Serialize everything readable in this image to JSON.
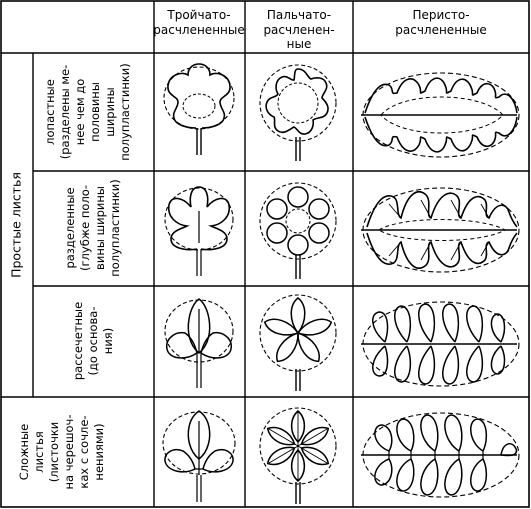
{
  "header": {
    "trifoliate": [
      "Тройчато-",
      "расчлененные"
    ],
    "palmate": [
      "Пальчато-",
      "расчленен-",
      "ные"
    ],
    "pinnate": [
      "Перисто-",
      "расчлененные"
    ]
  },
  "groups": {
    "simple": "Простые листья",
    "compound": [
      "Сложные",
      "листья",
      "(листочки",
      "на черешоч-",
      "ках с сочле-",
      "нениями)"
    ]
  },
  "rows": {
    "lobed": [
      "лопастные",
      "(разделены ме-",
      "нее чем до",
      "половины",
      "ширины",
      "полупластинки)"
    ],
    "parted": [
      "разделенные",
      "(глубже поло-",
      "вины ширины",
      "полупластинки)"
    ],
    "dissected": [
      "рассечетные",
      "(до основа-",
      "ния)"
    ]
  },
  "icons": {
    "trifoliate": "trifoliate-leaf-icon",
    "palmate": "palmate-leaf-icon",
    "pinnate": "pinnate-leaf-icon"
  }
}
